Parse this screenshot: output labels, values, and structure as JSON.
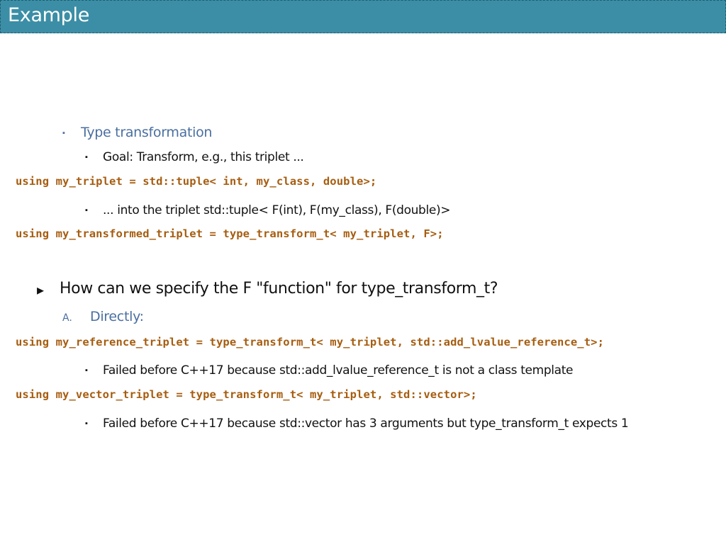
{
  "slide": {
    "title": "Example",
    "level1_bullet": "Type transformation",
    "goal_text": "Goal: Transform, e.g., this triplet ...",
    "code_triplet": "using my_triplet = std::tuple< int, my_class, double>;",
    "into_text": "... into the triplet std::tuple< F(int), F(my_class), F(double)>",
    "code_transformed": "using my_transformed_triplet = type_transform_t< my_triplet, F>;",
    "question": "How can we specify the F \"function\" for type_transform_t?",
    "enum_marker": "A.",
    "directly": "Directly:",
    "code_reference": "using my_reference_triplet = type_transform_t< my_triplet, std::add_lvalue_reference_t>;",
    "failed_ref": "Failed before C++17 because std::add_lvalue_reference_t is not a class template",
    "code_vector": "using my_vector_triplet = type_transform_t< my_triplet, std::vector>;",
    "failed_vector": "Failed before C++17 because std::vector has 3 arguments but type_transform_t expects 1"
  },
  "colors": {
    "title_bar": "#3b8ea5",
    "code": "#a65d10",
    "accent_text": "#4a6fa0"
  },
  "icons": {
    "square_bullet": "▪",
    "arrow_bullet": "▸"
  }
}
